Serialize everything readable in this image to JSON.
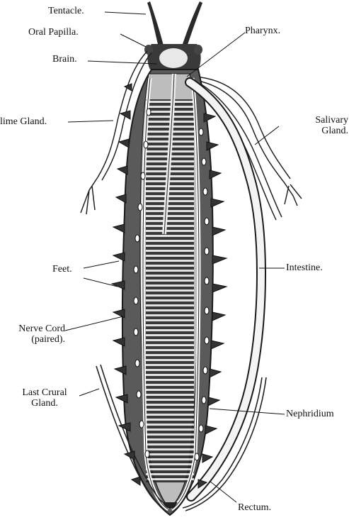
{
  "diagram": {
    "labels": {
      "tentacle": "Tentacle.",
      "oral_papilla": "Oral Papilla.",
      "brain": "Brain.",
      "slime_gland": "lime Gland.",
      "feet": "Feet.",
      "nerve_cord_line1": "Nerve Cord",
      "nerve_cord_line2": "(paired).",
      "last_crural_line1": "Last Crural",
      "last_crural_line2": "Gland.",
      "pharynx": "Pharynx.",
      "salivary_line1": "Salivary",
      "salivary_line2": "Gland.",
      "intestine": "Intestine.",
      "nephridium": "Nephridium",
      "rectum": "Rectum."
    },
    "colors": {
      "ink": "#1a1a1a",
      "body_shade": "#5a5a5a",
      "paper": "#ffffff"
    }
  }
}
